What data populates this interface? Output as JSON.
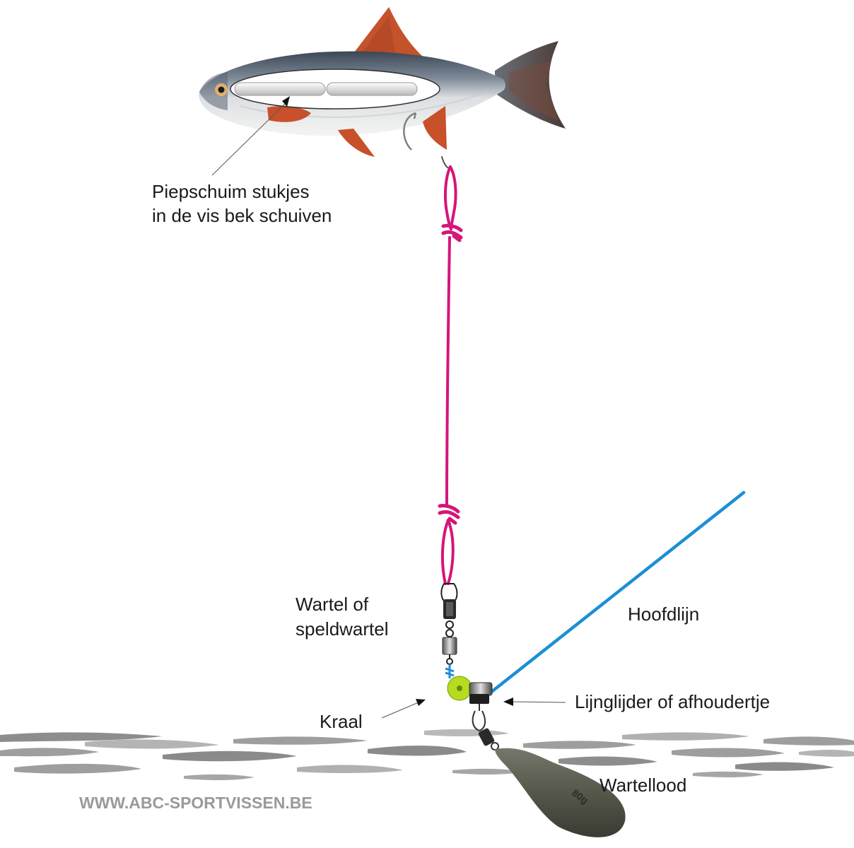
{
  "labels": {
    "piepschuim_line1": "Piepschuim stukjes",
    "piepschuim_line2": "in de vis bek schuiven",
    "wartel_line1": "Wartel of",
    "wartel_line2": "speldwartel",
    "hoofdlijn": "Hoofdlijn",
    "kraal": "Kraal",
    "lijnglijder": "Lijnglijder of afhoudertje",
    "wartellood": "Wartellood"
  },
  "weight_stamp": "80g",
  "watermark": "WWW.ABC-SPORTVISSEN.BE",
  "colors": {
    "hooklength": "#d6157a",
    "mainline": "#1a8fd6",
    "bead": "#b5dc1e",
    "lead": "#55574a",
    "bottom": "#9e9e9e",
    "fish_fin": "#c8502a",
    "label_text": "#1a1a1a",
    "watermark": "#9a9a9a"
  },
  "icons": {
    "fish": "roach-fish-icon",
    "hook": "hook-icon",
    "swivel": "snap-swivel-icon",
    "bead": "bead-icon",
    "sliding_boom": "line-slider-icon",
    "lead": "lead-weight-icon"
  }
}
